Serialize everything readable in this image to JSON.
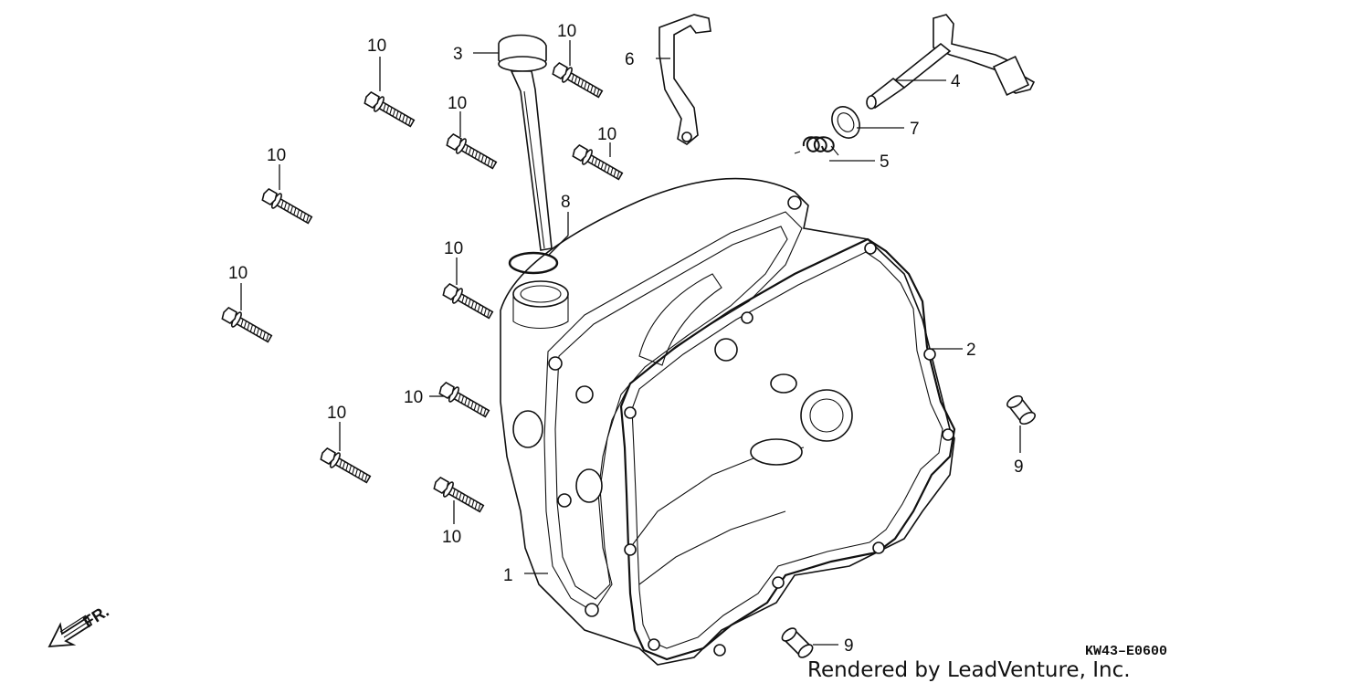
{
  "callouts": {
    "p1": "1",
    "p2": "2",
    "p3": "3",
    "p4": "4",
    "p5": "5",
    "p6": "6",
    "p7": "7",
    "p8": "8",
    "p9a": "9",
    "p9b": "9",
    "bolts": [
      "10",
      "10",
      "10",
      "10",
      "10",
      "10",
      "10",
      "10",
      "10",
      "10"
    ]
  },
  "direction_label": "FR.",
  "diagram_code": "KW43–E0600",
  "watermark": "Rendered by LeadVenture, Inc.",
  "icons": {
    "front_arrow": "front-direction-arrow-icon"
  }
}
